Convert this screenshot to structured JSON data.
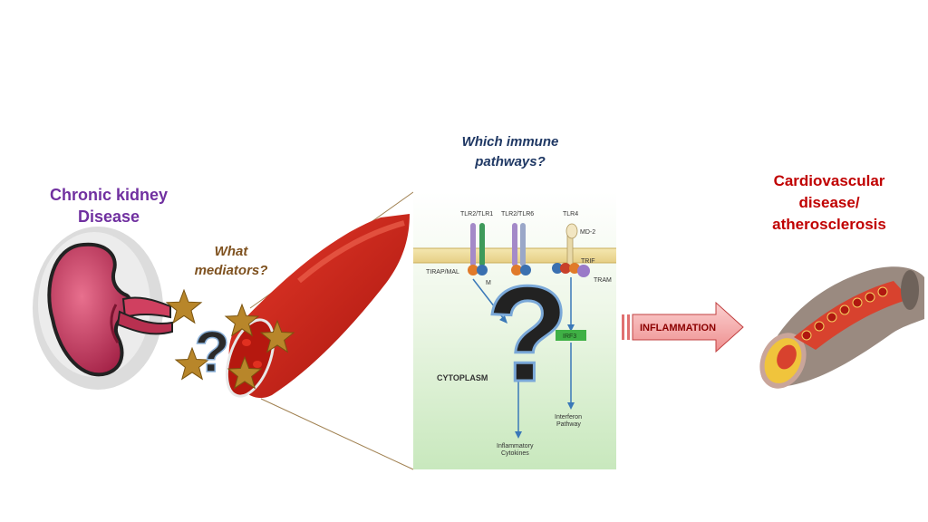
{
  "labels": {
    "ckd_line1": "Chronic kidney",
    "ckd_line2": "Disease",
    "mediators_line1": "What",
    "mediators_line2": "mediators?",
    "pathways_line1": "Which immune",
    "pathways_line2": "pathways?",
    "cvd_line1": "Cardiovascular",
    "cvd_line2": "disease/",
    "cvd_line3": "atherosclerosis",
    "inflammation": "INFLAMMATION"
  },
  "pathway_panel": {
    "receptor1": "TLR2/TLR1",
    "receptor2": "TLR2/TLR6",
    "receptor3": "TLR4",
    "md2": "MD-2",
    "tirap": "TIRAP/MAL",
    "trif": "TRIF",
    "tram": "TRAM",
    "myd": "M",
    "irf3": "IRF3",
    "cytoplasm": "CYTOPLASM",
    "interferon_line1": "Interferon",
    "interferon_line2": "Pathway",
    "cytokines_line1": "Inflammatory",
    "cytokines_line2": "Cytokines"
  },
  "colors": {
    "ckd": "#7030a0",
    "mediators": "#7f5220",
    "pathways": "#1f3864",
    "cvd": "#c00000",
    "inflammation_arrow": "#f4a6a6",
    "star": "#c8952a",
    "vessel": "#c8201a"
  },
  "icons": [
    "kidney-icon",
    "star-icon",
    "question-mark-icon",
    "blood-vessel-icon",
    "artery-plaque-icon"
  ]
}
